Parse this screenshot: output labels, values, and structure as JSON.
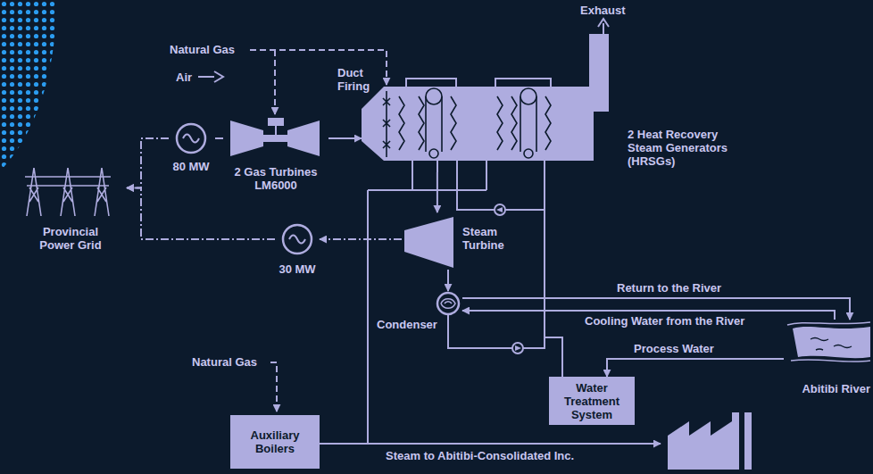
{
  "diagram": {
    "nodes": [
      {
        "text": [
          "Provincial Power Grid"
        ]
      },
      {
        "text": [
          "80 MW"
        ]
      },
      {
        "text": [
          "2 Gas Turbines LM6000"
        ]
      },
      {
        "text": [
          "2 Heat Recovery Steam Generators (HRSGs)"
        ]
      },
      {
        "text": [
          "Steam Turbine"
        ]
      },
      {
        "text": [
          "30 MW"
        ]
      },
      {
        "text": [
          "Condenser"
        ]
      },
      {
        "text": [
          "Water Treatment System"
        ]
      },
      {
        "text": [
          "Auxiliary Boilers"
        ]
      },
      {
        "text": [
          "Abitibi River"
        ]
      }
    ],
    "edges": [
      {
        "from": 2,
        "to": 1,
        "arrow": "none"
      },
      {
        "from": 1,
        "to": 0,
        "arrow": "to"
      },
      {
        "from": 5,
        "to": 0,
        "arrow": "to"
      },
      {
        "from": 4,
        "to": 5,
        "arrow": "to"
      },
      {
        "from": 2,
        "to": 3,
        "arrow": "to"
      },
      {
        "from": 3,
        "to": 4,
        "arrow": "to"
      },
      {
        "from": 4,
        "to": 6,
        "arrow": "to"
      },
      {
        "from": 9,
        "to": 6,
        "label": "Cooling Water from the River",
        "arrow": "to"
      },
      {
        "from": 6,
        "to": 9,
        "label": "Return to the River",
        "arrow": "to"
      },
      {
        "from": 9,
        "to": 7,
        "label": "Process Water",
        "arrow": "to"
      }
    ],
    "labels": [
      "Natural Gas",
      "Air",
      "Duct Firing",
      "Exhaust",
      "Natural Gas",
      "Steam to Abitibi-Consolidated Inc."
    ]
  }
}
